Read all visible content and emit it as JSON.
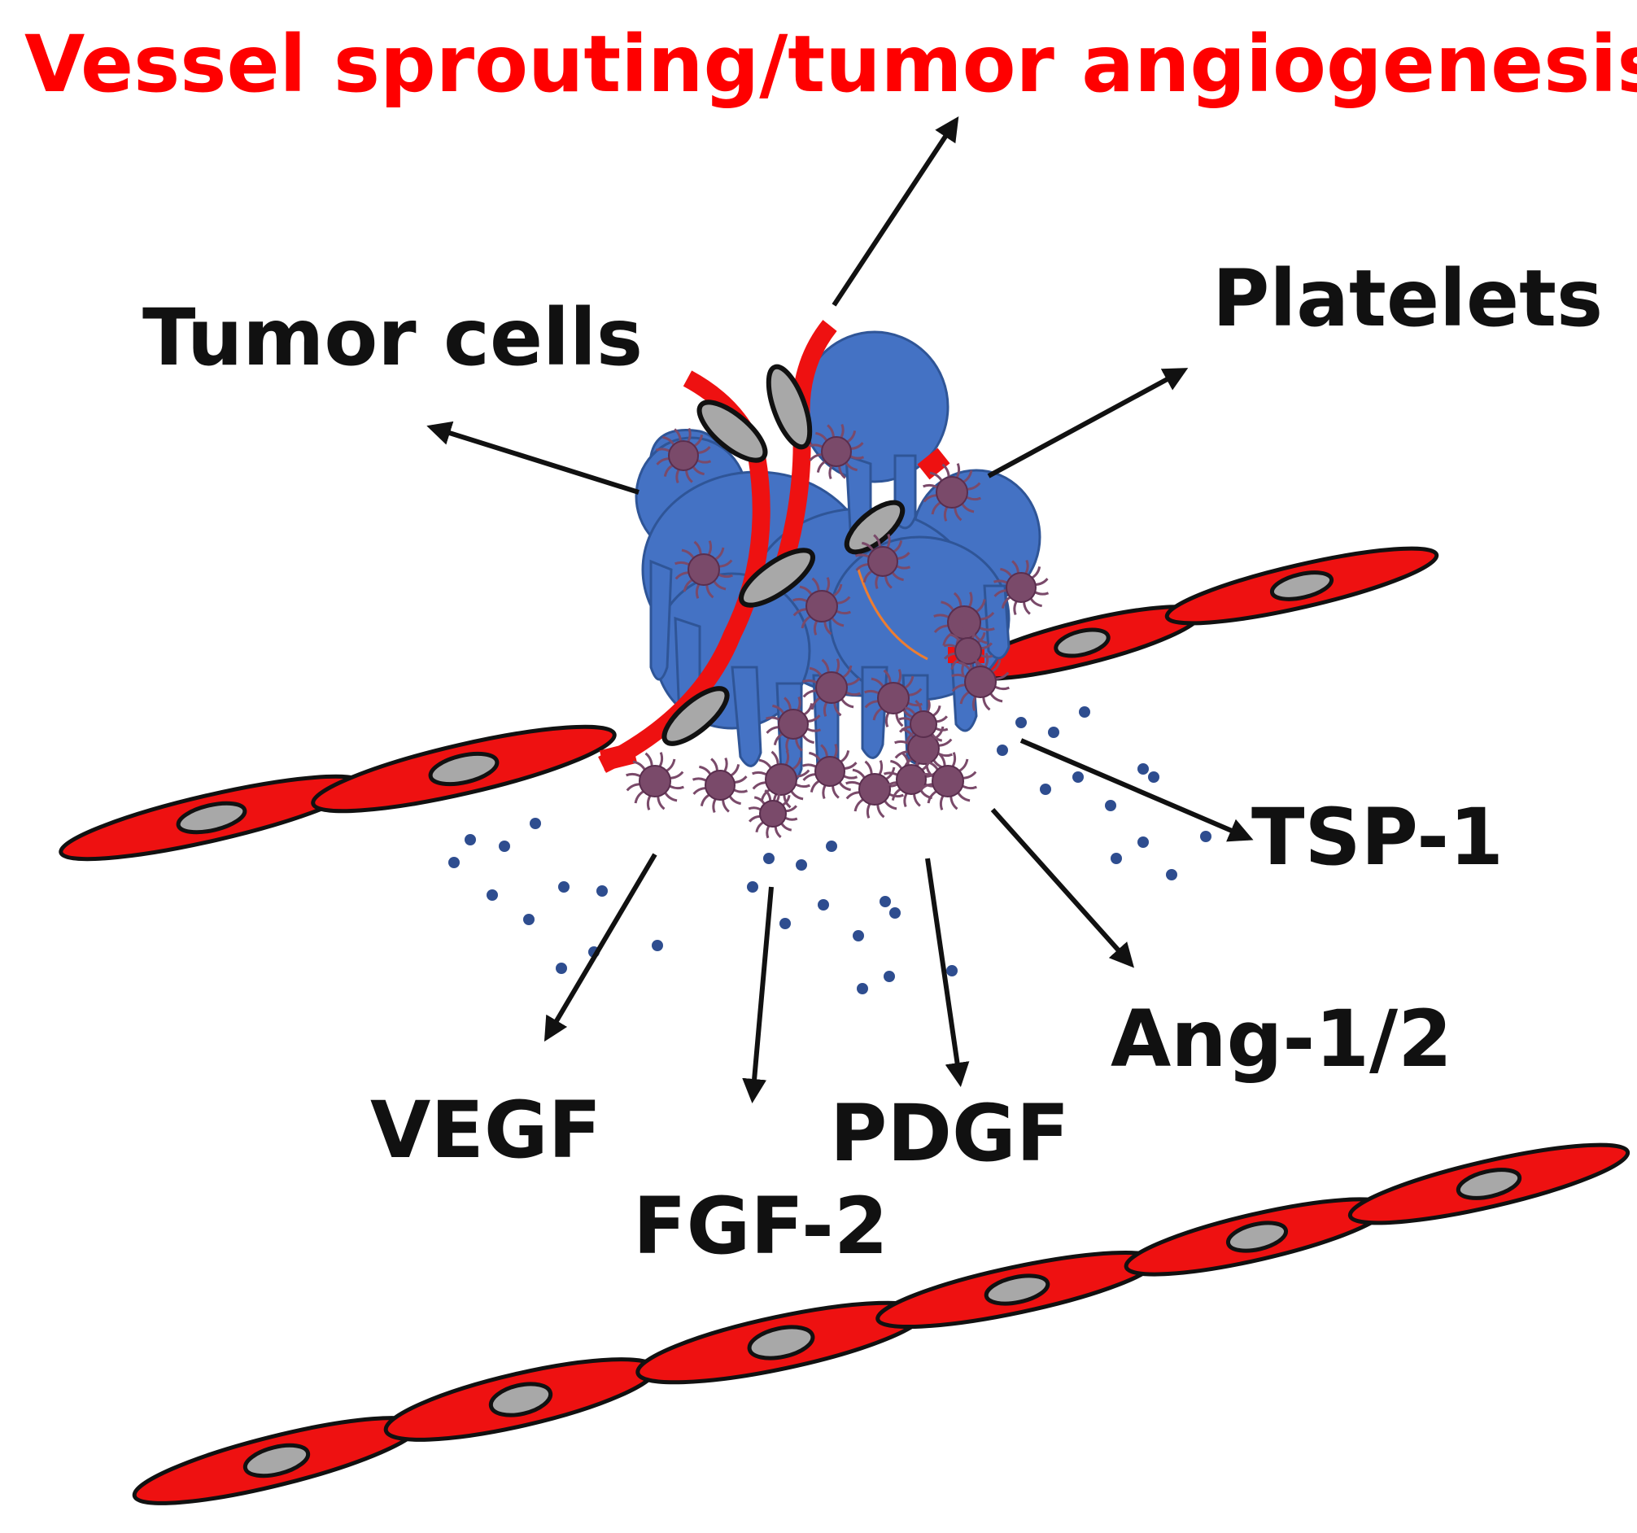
{
  "title": "Vessel sprouting/tumor angiogenesis",
  "labels": {
    "tumor_cells": "Tumor cells",
    "platelets": "Platelets",
    "tsp1": "TSP-1",
    "vegf": "VEGF",
    "fgf2": "FGF-2",
    "pdgf": "PDGF",
    "ang": "Ang-1/2"
  },
  "colors": {
    "title": "#ff0000",
    "label": "#111111",
    "vessel": "#ee1111",
    "nucleus": "#a8a8a8",
    "tumor_cell": "#4472c4",
    "platelet": "#7a4a6a",
    "secreted_factor": "#2e4d8f"
  }
}
